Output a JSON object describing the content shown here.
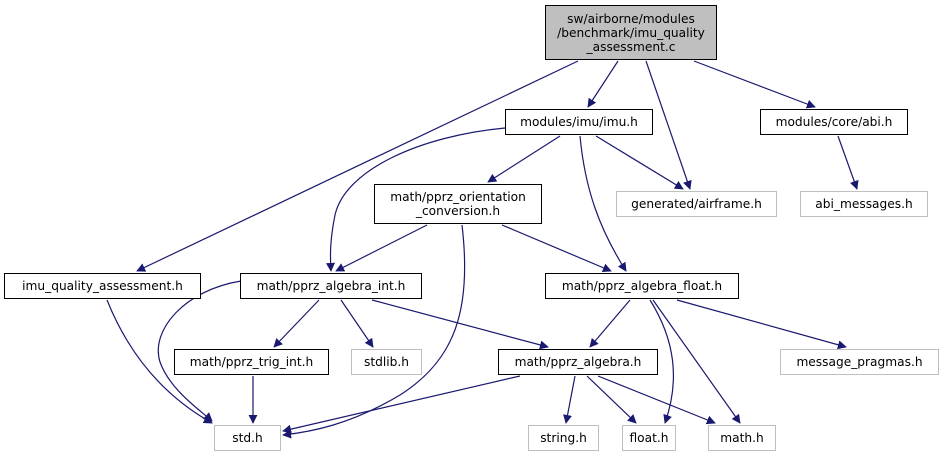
{
  "diagram": {
    "type": "include-dependency-graph",
    "colors": {
      "edge": "#191970",
      "root_fill": "#bfbfbf",
      "doc_border": "#000000",
      "ext_border": "#bfbfbf"
    },
    "nodes": [
      {
        "id": "root",
        "label": "sw/airborne/modules\n/benchmark/imu_quality\n_assessment.c",
        "kind": "root"
      },
      {
        "id": "imu_h",
        "label": "modules/imu/imu.h",
        "kind": "doc"
      },
      {
        "id": "abi_h",
        "label": "modules/core/abi.h",
        "kind": "doc"
      },
      {
        "id": "airframe_h",
        "label": "generated/airframe.h",
        "kind": "ext"
      },
      {
        "id": "abi_messages_h",
        "label": "abi_messages.h",
        "kind": "ext"
      },
      {
        "id": "orient_h",
        "label": "math/pprz_orientation\n_conversion.h",
        "kind": "doc"
      },
      {
        "id": "iqa_h",
        "label": "imu_quality_assessment.h",
        "kind": "doc"
      },
      {
        "id": "alg_int_h",
        "label": "math/pprz_algebra_int.h",
        "kind": "doc"
      },
      {
        "id": "alg_float_h",
        "label": "math/pprz_algebra_float.h",
        "kind": "doc"
      },
      {
        "id": "trig_int_h",
        "label": "math/pprz_trig_int.h",
        "kind": "doc"
      },
      {
        "id": "stdlib_h",
        "label": "stdlib.h",
        "kind": "ext"
      },
      {
        "id": "alg_h",
        "label": "math/pprz_algebra.h",
        "kind": "doc"
      },
      {
        "id": "msg_pragmas_h",
        "label": "message_pragmas.h",
        "kind": "ext"
      },
      {
        "id": "std_h",
        "label": "std.h",
        "kind": "ext"
      },
      {
        "id": "string_h",
        "label": "string.h",
        "kind": "ext"
      },
      {
        "id": "float_h",
        "label": "float.h",
        "kind": "ext"
      },
      {
        "id": "math_h",
        "label": "math.h",
        "kind": "ext"
      }
    ],
    "edges": [
      {
        "from": "root",
        "to": "iqa_h"
      },
      {
        "from": "root",
        "to": "imu_h"
      },
      {
        "from": "root",
        "to": "airframe_h"
      },
      {
        "from": "root",
        "to": "abi_h"
      },
      {
        "from": "imu_h",
        "to": "alg_int_h"
      },
      {
        "from": "imu_h",
        "to": "orient_h"
      },
      {
        "from": "imu_h",
        "to": "airframe_h"
      },
      {
        "from": "imu_h",
        "to": "alg_float_h"
      },
      {
        "from": "abi_h",
        "to": "abi_messages_h"
      },
      {
        "from": "orient_h",
        "to": "alg_int_h"
      },
      {
        "from": "orient_h",
        "to": "alg_float_h"
      },
      {
        "from": "orient_h",
        "to": "std_h"
      },
      {
        "from": "iqa_h",
        "to": "std_h"
      },
      {
        "from": "alg_int_h",
        "to": "std_h"
      },
      {
        "from": "alg_int_h",
        "to": "trig_int_h"
      },
      {
        "from": "alg_int_h",
        "to": "stdlib_h"
      },
      {
        "from": "alg_int_h",
        "to": "alg_h"
      },
      {
        "from": "alg_float_h",
        "to": "alg_h"
      },
      {
        "from": "alg_float_h",
        "to": "msg_pragmas_h"
      },
      {
        "from": "alg_float_h",
        "to": "float_h"
      },
      {
        "from": "alg_float_h",
        "to": "math_h"
      },
      {
        "from": "trig_int_h",
        "to": "std_h"
      },
      {
        "from": "alg_h",
        "to": "std_h"
      },
      {
        "from": "alg_h",
        "to": "string_h"
      },
      {
        "from": "alg_h",
        "to": "float_h"
      },
      {
        "from": "alg_h",
        "to": "math_h"
      }
    ]
  }
}
